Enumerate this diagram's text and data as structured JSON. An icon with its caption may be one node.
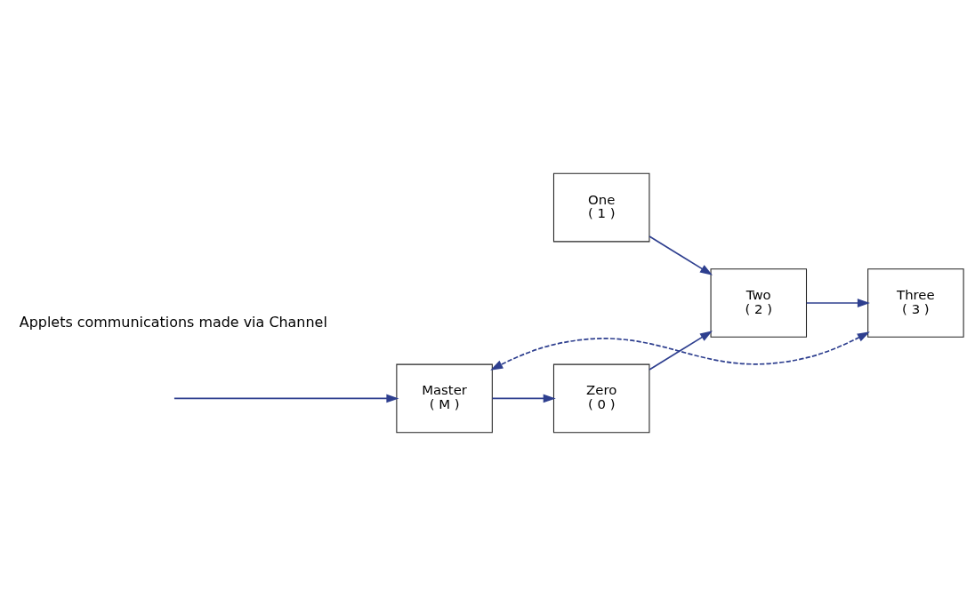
{
  "diagram": {
    "nodes": [
      {
        "text": [
          "One",
          "( 1 )"
        ]
      },
      {
        "text": [
          "Two",
          "( 2 )"
        ]
      },
      {
        "text": [
          "Zero",
          "( 0 )"
        ]
      },
      {
        "text": [
          "Three",
          "( 3 )"
        ]
      },
      {
        "text": [
          "Master",
          "( M )"
        ]
      }
    ],
    "edges": [
      {
        "from": null,
        "to": 4,
        "arrow": "to"
      },
      {
        "from": 4,
        "to": 2,
        "arrow": "to"
      },
      {
        "from": 0,
        "to": 1,
        "arrow": "to"
      },
      {
        "from": 2,
        "to": 1,
        "arrow": "to"
      },
      {
        "from": 1,
        "to": 3,
        "arrow": "to"
      },
      {
        "from": 3,
        "to": 4,
        "arrow": "both",
        "style": "dashed"
      }
    ],
    "labels": [
      "Applets communications made via Channel"
    ]
  }
}
